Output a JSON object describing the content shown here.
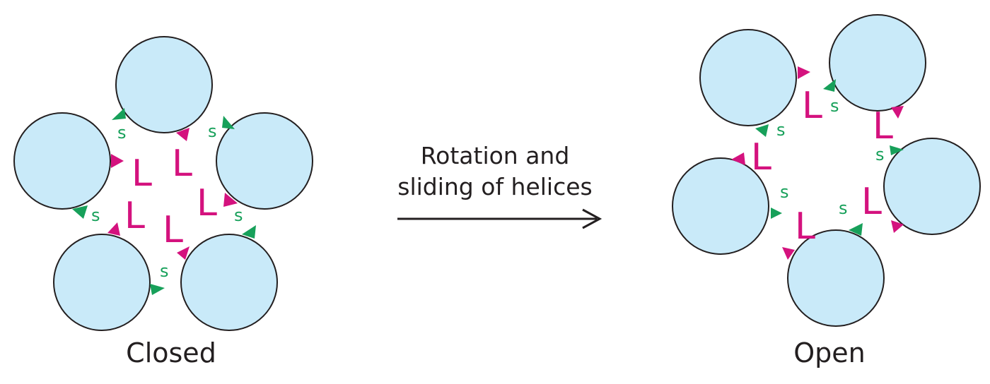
{
  "colors": {
    "helix_fill": "#c9eaf9",
    "helix_stroke": "#231f20",
    "large_residue": "#d4127e",
    "small_residue": "#17a05a",
    "arrow": "#231f20",
    "text": "#231f20"
  },
  "closed_state": {
    "caption": "Closed",
    "small_label": "s",
    "large_label": "L"
  },
  "transition": {
    "line1": "Rotation and",
    "line2": "sliding of helices"
  },
  "open_state": {
    "caption": "Open",
    "small_label": "s",
    "large_label": "L"
  }
}
